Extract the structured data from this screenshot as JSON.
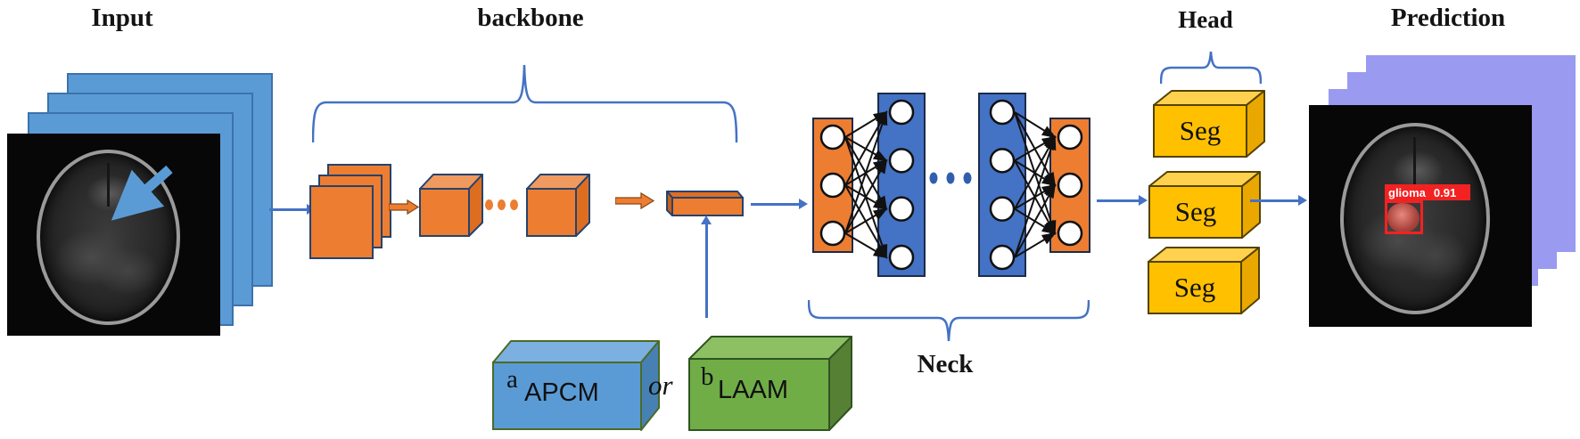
{
  "titles": {
    "input": "Input",
    "backbone": "backbone",
    "neck": "Neck",
    "head": "Head",
    "prediction": "Prediction"
  },
  "head": {
    "blocks": [
      "Seg",
      "Seg",
      "Seg"
    ]
  },
  "prediction": {
    "detection_label": "glioma",
    "detection_score": "0.91"
  },
  "modules": {
    "a_tag": "a",
    "a_label": "APCM",
    "or": "or",
    "b_tag": "b",
    "b_label": "LAAM"
  },
  "network": {
    "columns": [
      {
        "color": "#ED7D31",
        "neurons": 3
      },
      {
        "color": "#4472C4",
        "neurons": 4
      },
      {
        "color": "#4472C4",
        "neurons": 4
      },
      {
        "color": "#ED7D31",
        "neurons": 3
      }
    ],
    "connections": [
      [
        0,
        1
      ],
      [
        2,
        3
      ]
    ]
  },
  "colors": {
    "input_slice_blue": "#5B9BD5",
    "prediction_slice_purple": "#9A9AF1",
    "backbone_orange": "#ED7D31",
    "network_blue": "#4472C4",
    "head_yellow": "#FFC000",
    "apcm_blue": "#5B9BD5",
    "laam_green": "#70AD47",
    "connector_blue": "#4472C4",
    "detection_red": "#F32222"
  }
}
